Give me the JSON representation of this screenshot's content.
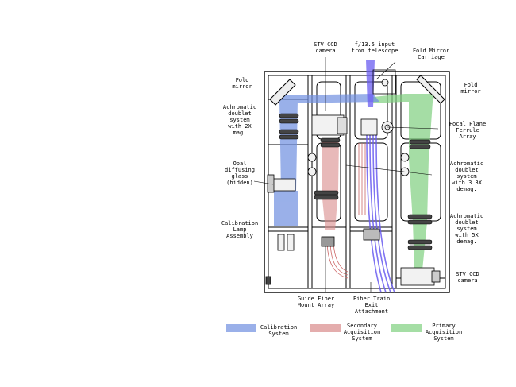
{
  "labels": {
    "stv_top": [
      "STV CCD",
      "camera"
    ],
    "input": [
      "f/13.5 input",
      "from telescope"
    ],
    "carriage": [
      "Fold Mirror",
      "Carriage"
    ],
    "fold_left": [
      "Fold",
      "mirror"
    ],
    "fold_right": [
      "Fold",
      "mirror"
    ],
    "doublet_2x": [
      "Achromatic",
      "doublet",
      "system",
      "with 2X",
      "mag."
    ],
    "ferrule": [
      "Focal Plane",
      "Ferrule",
      "Array"
    ],
    "opal": [
      "Opal",
      "diffusing",
      "glass",
      "(hidden)"
    ],
    "doublet_33x": [
      "Achromatic",
      "doublet",
      "system",
      "with 3.3X",
      "demag."
    ],
    "lamp": [
      "Calibration",
      "Lamp",
      "Assembly"
    ],
    "doublet_5x": [
      "Achromatic",
      "doublet",
      "system",
      "with 5X",
      "demag."
    ],
    "stv_bottom": [
      "STV CCD",
      "camera"
    ],
    "guide": [
      "Guide Fiber",
      "Mount Array"
    ],
    "train": [
      "Fiber Train",
      "Exit",
      "Attachment"
    ]
  },
  "legend": [
    {
      "lines": [
        "Calibration",
        "System"
      ],
      "color": "#6f8fe0"
    },
    {
      "lines": [
        "Secondary",
        "Acquisition",
        "System"
      ],
      "color": "#d98a8a"
    },
    {
      "lines": [
        "Primary",
        "Acquisition",
        "System"
      ],
      "color": "#7fd07f"
    }
  ],
  "colors": {
    "calibration": "#6f8fe0",
    "secondary": "#d98a8a",
    "primary": "#7fd07f",
    "input_beam": "#6a5cf0"
  }
}
